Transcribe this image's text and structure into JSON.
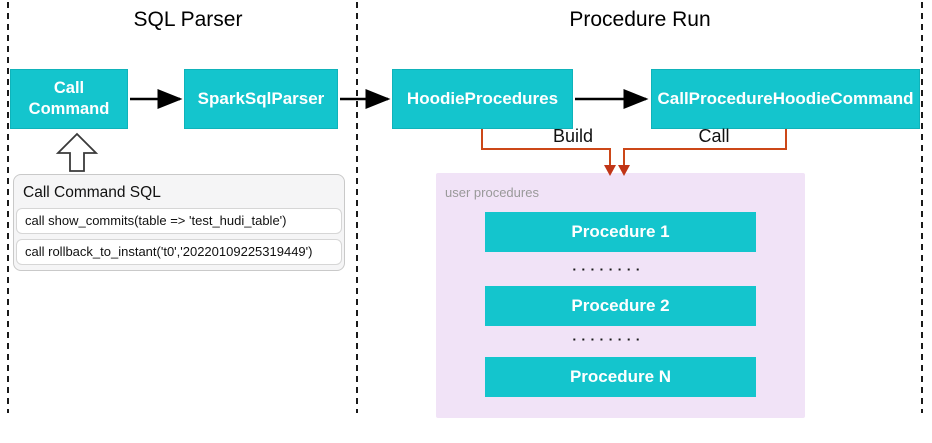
{
  "diagram": {
    "left_section_title": "SQL Parser",
    "right_section_title": "Procedure Run"
  },
  "nodes": {
    "call_command": "Call Command",
    "spark_sql_parser": "SparkSqlParser",
    "hoodie_procedures": "HoodieProcedures",
    "call_procedure_hoodie_command": "CallProcedureHoodieCommand"
  },
  "edge_labels": {
    "build": "Build",
    "call": "Call"
  },
  "sql_box": {
    "title": "Call Command SQL",
    "statements": [
      "call show_commits(table => 'test_hudi_table')",
      "call rollback_to_instant('t0','20220109225319449')"
    ]
  },
  "user_procedures": {
    "panel_label": "user procedures",
    "items": [
      {
        "label": "Procedure 1"
      },
      {
        "label": "Procedure 2"
      },
      {
        "label": "Procedure N"
      }
    ],
    "ellipsis": "▪ ▪ ▪ ▪ ▪ ▪ ▪ ▪"
  },
  "colors": {
    "teal": "#14C5CD",
    "teal-border": "#0FB3BA",
    "pink": "#F1E3F7",
    "orange": "#CC4718",
    "orange-dark": "#C13517",
    "ink": "#1A1A1A",
    "muted": "#999999"
  }
}
